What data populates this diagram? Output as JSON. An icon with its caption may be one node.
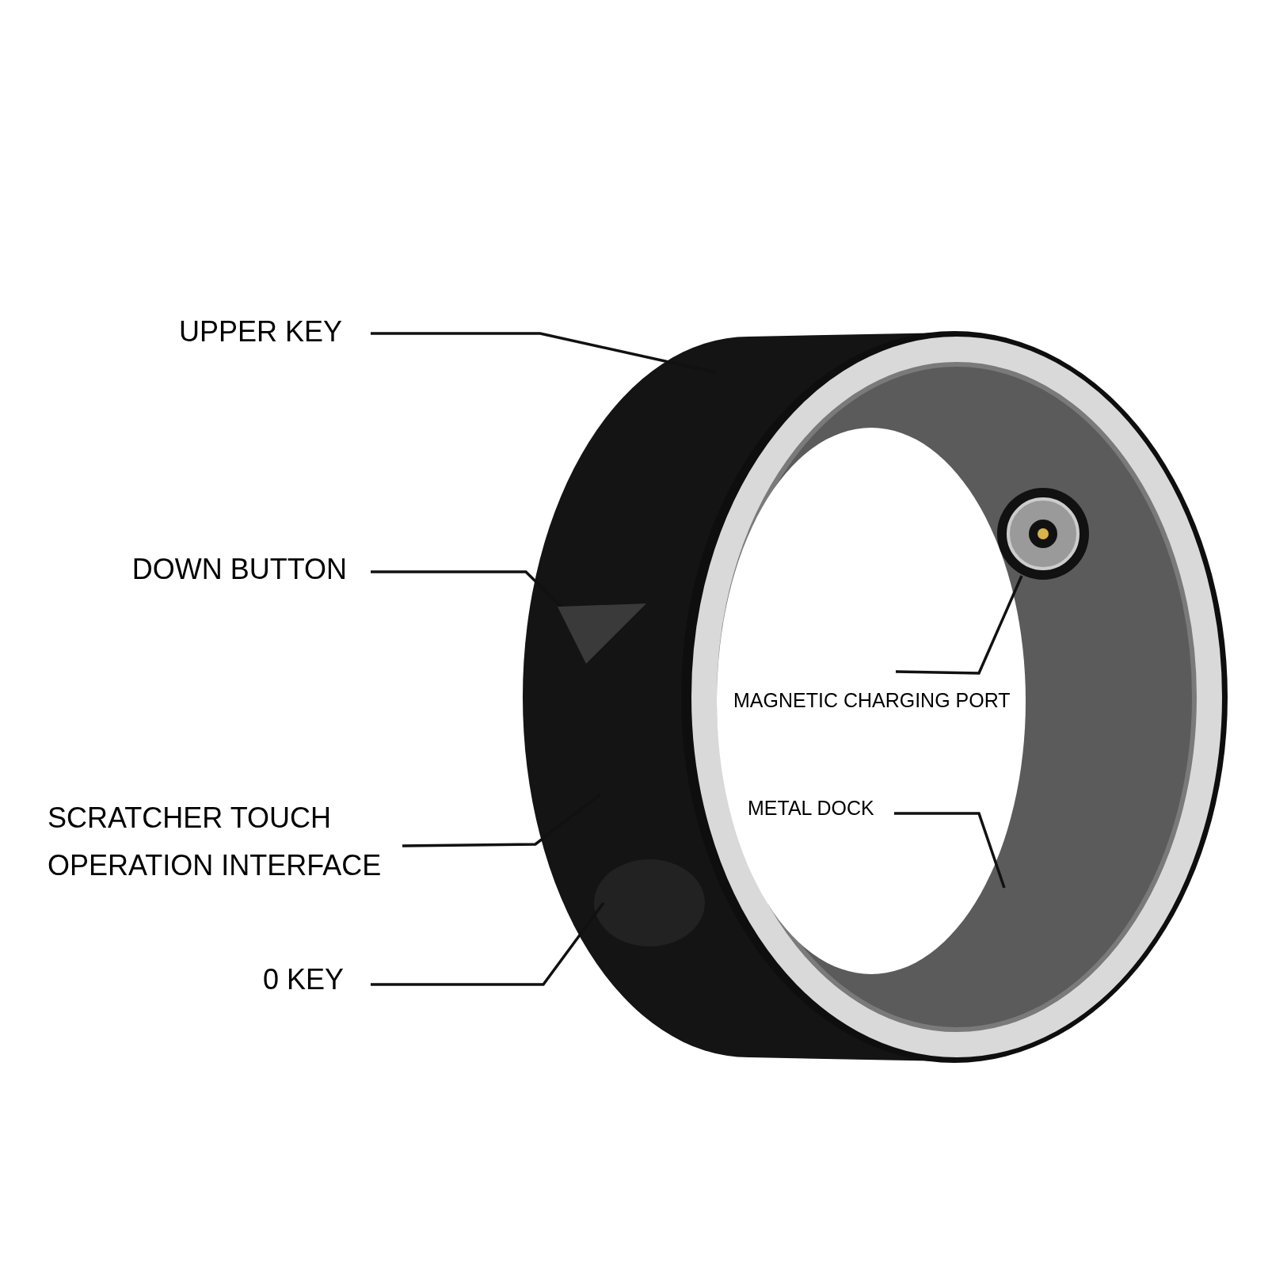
{
  "diagram": {
    "nodes": [
      {
        "text": [
          "UPPER KEY"
        ]
      },
      {
        "text": [
          "DOWN BUTTON"
        ]
      },
      {
        "text": [
          "SCRATCHER TOUCH OPERATION INTERFACE"
        ]
      },
      {
        "text": [
          "0 KEY"
        ]
      },
      {
        "text": [
          "MAGNETIC CHARGING PORT"
        ]
      },
      {
        "text": [
          "METAL DOCK"
        ]
      },
      {
        "text": [],
        "shape": "circle"
      },
      {
        "text": [],
        "shape": "triangle"
      }
    ],
    "edges": [
      {
        "from": 0,
        "to": null,
        "arrow": "none"
      },
      {
        "from": 1,
        "to": 7,
        "arrow": "none"
      },
      {
        "from": 2,
        "to": null,
        "arrow": "none"
      },
      {
        "from": 3,
        "to": null,
        "arrow": "none"
      },
      {
        "from": 4,
        "to": 6,
        "arrow": "none"
      },
      {
        "from": 5,
        "to": null,
        "arrow": "none"
      }
    ]
  }
}
